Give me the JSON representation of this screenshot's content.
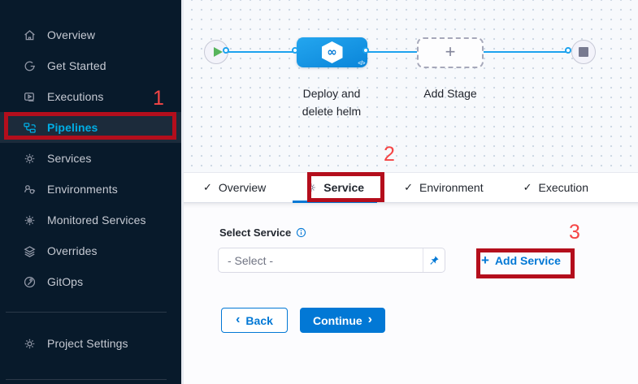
{
  "sidebar": {
    "items": [
      {
        "label": "Overview",
        "icon": "home-icon"
      },
      {
        "label": "Get Started",
        "icon": "get-started-icon"
      },
      {
        "label": "Executions",
        "icon": "executions-icon"
      },
      {
        "label": "Pipelines",
        "icon": "pipelines-icon",
        "active": true
      },
      {
        "label": "Services",
        "icon": "services-icon"
      },
      {
        "label": "Environments",
        "icon": "environments-icon"
      },
      {
        "label": "Monitored Services",
        "icon": "monitored-services-icon"
      },
      {
        "label": "Overrides",
        "icon": "overrides-icon"
      },
      {
        "label": "GitOps",
        "icon": "gitops-icon"
      }
    ],
    "footer_item": {
      "label": "Project Settings",
      "icon": "gear-icon"
    }
  },
  "canvas": {
    "stage_name": "Deploy and delete helm",
    "add_stage_label": "Add Stage"
  },
  "tabs": [
    {
      "label": "Overview",
      "state": "complete",
      "active": false
    },
    {
      "label": "Service",
      "state": "current",
      "active": true
    },
    {
      "label": "Environment",
      "state": "complete",
      "active": false
    },
    {
      "label": "Execution",
      "state": "complete",
      "active": false
    }
  ],
  "form": {
    "select_service_label": "Select Service",
    "select_placeholder": "- Select -",
    "add_service_label": "Add Service",
    "back_label": "Back",
    "continue_label": "Continue"
  },
  "annotations": [
    "1",
    "2",
    "3"
  ],
  "icons": {
    "check": "✓",
    "plus": "+",
    "chevron_left": "‹",
    "chevron_right": "›",
    "infinity": "∞",
    "code": "</>"
  },
  "colors": {
    "accent_blue": "#0278d5",
    "nav_active_cyan": "#00ade4",
    "sidebar_bg": "#081a2b",
    "connector_blue": "#1da2ee",
    "annotation_box_red": "#b40e1c",
    "annotation_number_red": "#f54545",
    "stage_node_blue": "#0a85d9",
    "play_green": "#57b45c"
  }
}
